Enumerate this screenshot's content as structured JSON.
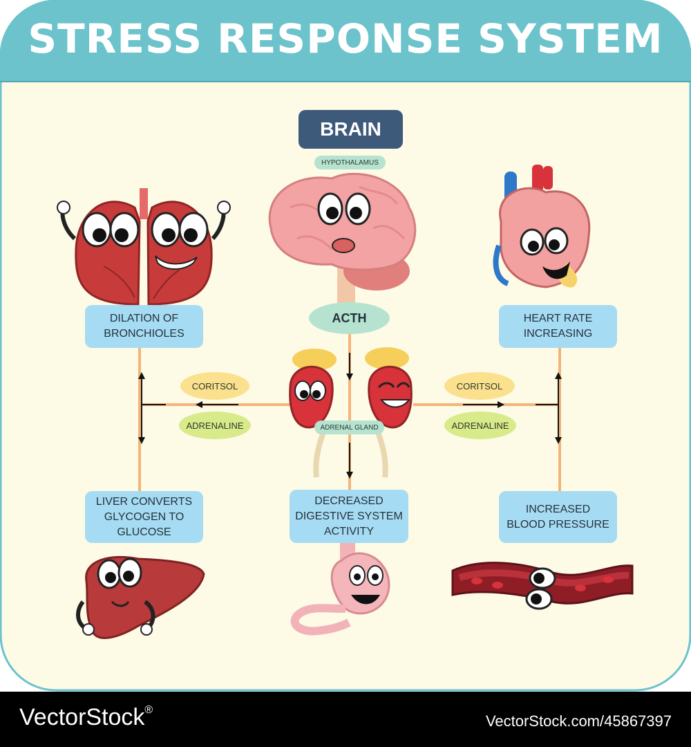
{
  "title": "STRESS RESPONSE SYSTEM",
  "brain": {
    "label": "BRAIN",
    "hypothalamus": "HYPOTHALAMUS"
  },
  "acth": "ACTH",
  "adrenal_gland": "ADRENAL GLAND",
  "hormones": {
    "left": {
      "cortisol": "CORITSOL",
      "adrenaline": "ADRENALINE"
    },
    "right": {
      "cortisol": "CORITSOL",
      "adrenaline": "ADRENALINE"
    }
  },
  "effects": {
    "lungs": "DILATION OF\nBRONCHIOLES",
    "heart": "HEART RATE\nINCREASING",
    "liver": "LIVER CONVERTS\nGLYCOGEN TO\nGLUCOSE",
    "digestive": "DECREASED\nDIGESTIVE SYSTEM\nACTIVITY",
    "blood": "INCREASED\nBLOOD PRESSURE"
  },
  "watermark": {
    "brand": "VectorStock",
    "mark": "®",
    "url": "VectorStock.com/45867397"
  },
  "colors": {
    "header": "#6cc3cc",
    "panel": "#fdfae6",
    "box": "#a6dcf3",
    "arrow_line": "#f4b47a",
    "cortisol_pill": "#fbe08e",
    "adrenaline_pill": "#d9ea8a",
    "acth_pill": "#b6e3cf",
    "brain_box": "#3d5a7a"
  }
}
